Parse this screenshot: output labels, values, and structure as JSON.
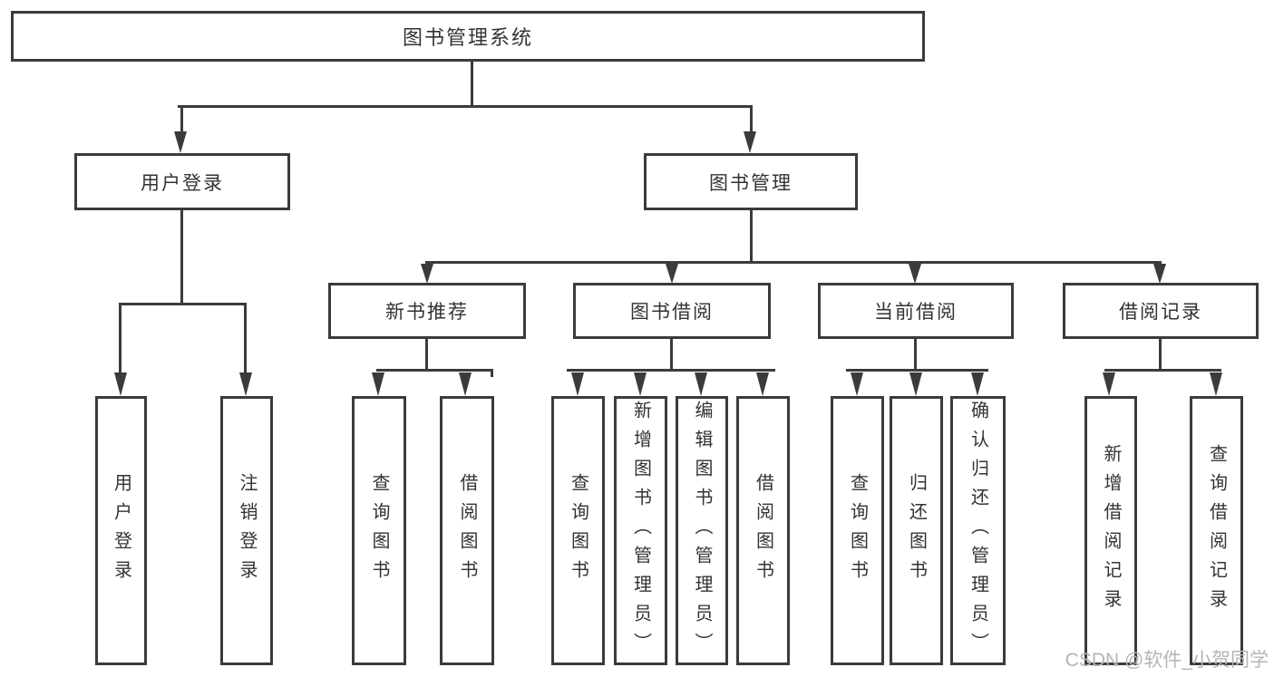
{
  "tree": {
    "label": "图书管理系统",
    "children": [
      {
        "label": "用户登录",
        "children": [
          {
            "label": "用户登录"
          },
          {
            "label": "注销登录"
          }
        ]
      },
      {
        "label": "图书管理",
        "children": [
          {
            "label": "新书推荐",
            "children": [
              {
                "label": "查询图书"
              },
              {
                "label": "借阅图书"
              }
            ]
          },
          {
            "label": "图书借阅",
            "children": [
              {
                "label": "查询图书"
              },
              {
                "label": "新增图书（管理员）"
              },
              {
                "label": "编辑图书（管理员）"
              },
              {
                "label": "借阅图书"
              }
            ]
          },
          {
            "label": "当前借阅",
            "children": [
              {
                "label": "查询图书"
              },
              {
                "label": "归还图书"
              },
              {
                "label": "确认归还（管理员）"
              }
            ]
          },
          {
            "label": "借阅记录",
            "children": [
              {
                "label": "新增借阅记录"
              },
              {
                "label": "查询借阅记录"
              }
            ]
          }
        ]
      }
    ]
  },
  "watermark": "CSDN @软件_小贺同学",
  "colors": {
    "line": "#3b3b3b",
    "text": "#333333",
    "watermark": "#b5b5b5",
    "background": "#ffffff"
  }
}
